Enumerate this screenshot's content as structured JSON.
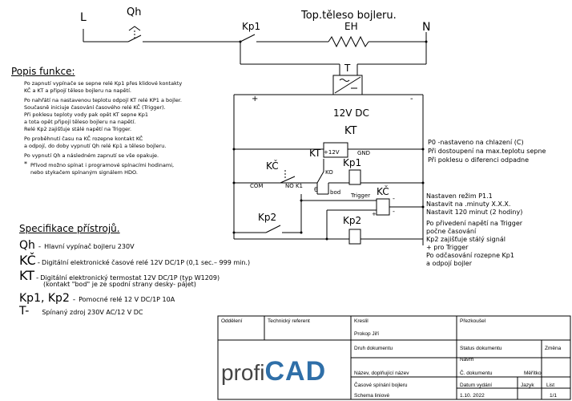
{
  "terminals": {
    "l": "L",
    "n": "N"
  },
  "switch_qh_label": "Qh",
  "kp1_top_label": "Kp1",
  "eh_label": "EH",
  "boiler_title": "Top.těleso bojleru.",
  "psu": {
    "t_label": "T",
    "plus": "+",
    "minus": "-",
    "voltage": "12V DC"
  },
  "thermostat": {
    "kt_label": "KT",
    "kt_label2": "KT",
    "plus12v": "+12V",
    "gnd": "GND",
    "ko": "KO",
    "bod": "bod",
    "theta": "θ"
  },
  "relay_kp1": {
    "label": "Kp1"
  },
  "relay_kp2": {
    "label": "Kp2"
  },
  "timer": {
    "kc_label": "KČ",
    "kc_label2": "KČ",
    "com": "COM",
    "nok1": "NO K1",
    "trigger": "Trigger",
    "plus": "+",
    "minus1": "-",
    "minus2": "-"
  },
  "kp2_contact_label": "Kp2",
  "description": {
    "heading": "Popis funkce:",
    "lines": [
      "Po zapnutí vypínače se sepne relé Kp1 přes klidové kontakty",
      "KČ a KT a připojí těleso bojleru na napětí.",
      "Po nahřátí na nastavenou teplotu odpojí KT relé KP1 a bojler.",
      "Současně iniciuje časování časového relé KČ (Trigger).",
      "Při poklesu teploty vody pak opět KT sepne Kp1",
      "a tota opět připojí těleso bojleru na napětí.",
      "Relé Kp2 zajišťuje stálé napětí na Trigger.",
      "Po proběhnutí času na KČ rozepne kontakt KČ",
      "a odpojí, do doby vypnutí Qh relé Kp1 a těleso bojleru.",
      "Po vypnutí Qh a následném zapnutí se vše opakuje."
    ],
    "note_star": "*",
    "note_lines": [
      "Přívod možno spínat i programové spínacími hodinami,",
      "nebo stykačem spínaným signálem HDO."
    ]
  },
  "kt_notes": [
    "P0 -nastaveno na chlazení (C)",
    "Při dostoupení na max.teplotu sepne",
    "Při poklesu o diferenci odpadne"
  ],
  "kc_notes": [
    "Nastaven režim P1.1",
    "Nastavit na .minuty X.X.X.",
    "Nastavit 120 minut (2 hodiny)"
  ],
  "trigger_notes": [
    "Po přivedení napětí na Trigger",
    "počne časování",
    "Kp2 zajišťuje stálý signál",
    "+ pro Trigger",
    "Po odčasování rozepne Kp1",
    "a odpojí bojler"
  ],
  "specs": {
    "heading": "Specifikace přístrojů.",
    "items": [
      {
        "sym": "Qh",
        "dash": "-",
        "text": "Hlavní vypínač bojleru 230V"
      },
      {
        "sym": "KČ",
        "dash": "-",
        "text": "Digitální elektronické časové relé 12V DC/1P (0,1 sec.– 999 min.)"
      },
      {
        "sym": "KT",
        "dash": "-",
        "text": "Digitální elektronický termostat 12V DC/1P (typ W1209)"
      },
      {
        "sym": "",
        "dash": "",
        "text": "(kontakt \"bod\" je ze spodní strany desky- pájet)"
      },
      {
        "sym": "Kp1, Kp2",
        "dash": "-",
        "text": "Pomocné relé 12 V DC/1P 10A"
      },
      {
        "sym": "T-",
        "dash": "",
        "text": "Spínaný zdroj 230V AC/12 V DC"
      }
    ]
  },
  "title_block": {
    "oddeleni": "Oddělení",
    "technicky_referent": "Technický referent",
    "kreslil": "Kreslil",
    "kreslil_value": "Prokop Jiří",
    "prezkousel": "Přezkoušel",
    "druh_dokumentu": "Druh dokumentu",
    "status_dokumentu": "Status dokumentu",
    "status_value": "Návrh",
    "zmena": "Změna",
    "nazev_label": "Název, doplňující název",
    "nazev_value1": "Časové spínání bojleru",
    "nazev_value2": "Schema liniové",
    "c_dokumentu": "Č. dokumentu",
    "meritko": "Měřítko",
    "datum_vydani": "Datum vydání",
    "datum_value": "1.10. 2022",
    "jazyk": "Jazyk",
    "list": "List",
    "list_value": "1/1",
    "logo_profi": "profi",
    "logo_cad": "CAD"
  }
}
